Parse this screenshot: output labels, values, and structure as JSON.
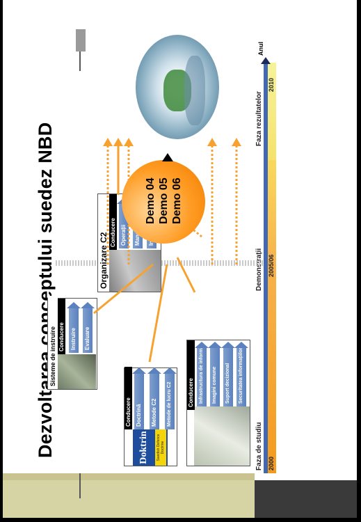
{
  "title": "Dezvoltarea conceptului suedez NBD",
  "timeline": {
    "axis_label": "Anul",
    "years": [
      "2000",
      "2005/06",
      "2010"
    ],
    "phases": [
      "Faza de studiu",
      "Demonstrații",
      "Faza rezultatelor"
    ]
  },
  "panels": {
    "instruction": {
      "title": "Sisteme de instruire",
      "header": "Conducere",
      "arrows": [
        "Instruire",
        "Evaluare"
      ]
    },
    "c2": {
      "title": "Organizare C2",
      "header": "Conducere",
      "arrows": [
        "Operații",
        "Manevră",
        "Instrie"
      ]
    },
    "doctrine": {
      "header": "Conducere",
      "logo_text": "Doktrin",
      "logo_sub": "Swedish Defence Doctrine",
      "arrows": [
        "Doctrină",
        "Metode C2"
      ],
      "side_text": "Metode de lucru C2"
    },
    "technical": {
      "header": "Conducere",
      "arrows": [
        "Infrastructura de informații",
        "Imagini comune",
        "Suport decizional",
        "Securitatea informațiilor"
      ]
    }
  },
  "demo": {
    "lines": [
      "Demo 04",
      "Demo 05",
      "Demo 06"
    ]
  },
  "colors": {
    "arrow_orange": "#f7a230",
    "timeline_blue": "#3f6ab3",
    "timeline_orange": "#f7a230",
    "timeline_yellow": "#f5ee6a"
  }
}
